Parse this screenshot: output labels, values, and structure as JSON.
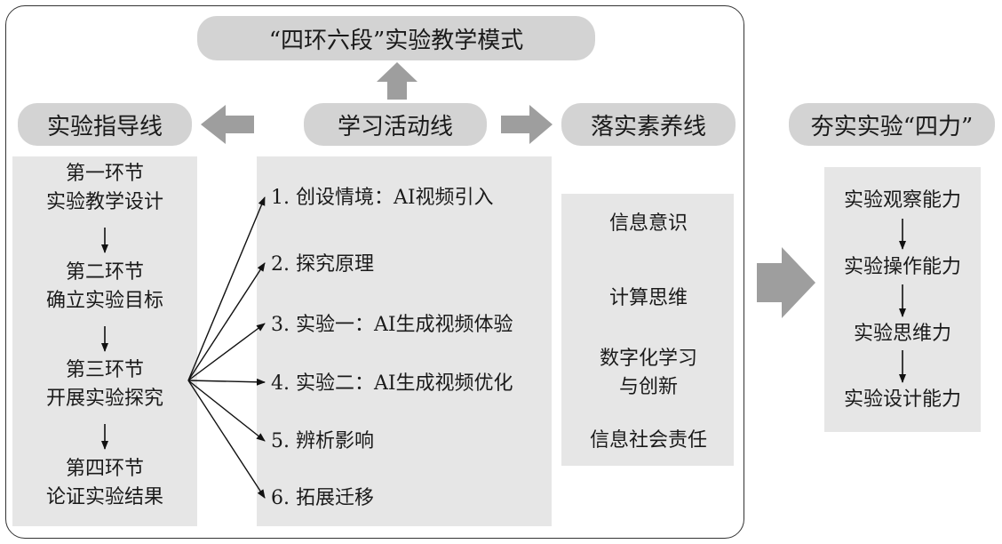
{
  "title": "“四环六段”实验教学模式",
  "lines": {
    "guide": "实验指导线",
    "activity": "学习活动线",
    "literacy": "落实素养线",
    "power": "夯实实验“四力”"
  },
  "stages": [
    {
      "line1": "第一环节",
      "line2": "实验教学设计"
    },
    {
      "line1": "第二环节",
      "line2": "确立实验目标"
    },
    {
      "line1": "第三环节",
      "line2": "开展实验探究"
    },
    {
      "line1": "第四环节",
      "line2": "论证实验结果"
    }
  ],
  "activities": [
    "1. 创设情境：AI视频引入",
    "2. 探究原理",
    "3. 实验一：AI生成视频体验",
    "4. 实验二：AI生成视频优化",
    "5. 辨析影响",
    "6. 拓展迁移"
  ],
  "literacies": [
    {
      "line1": "信息意识"
    },
    {
      "line1": "计算思维"
    },
    {
      "line1": "数字化学习",
      "line2": "与创新"
    },
    {
      "line1": "信息社会责任"
    }
  ],
  "powers": [
    "实验观察能力",
    "实验操作能力",
    "实验思维力",
    "实验设计能力"
  ]
}
